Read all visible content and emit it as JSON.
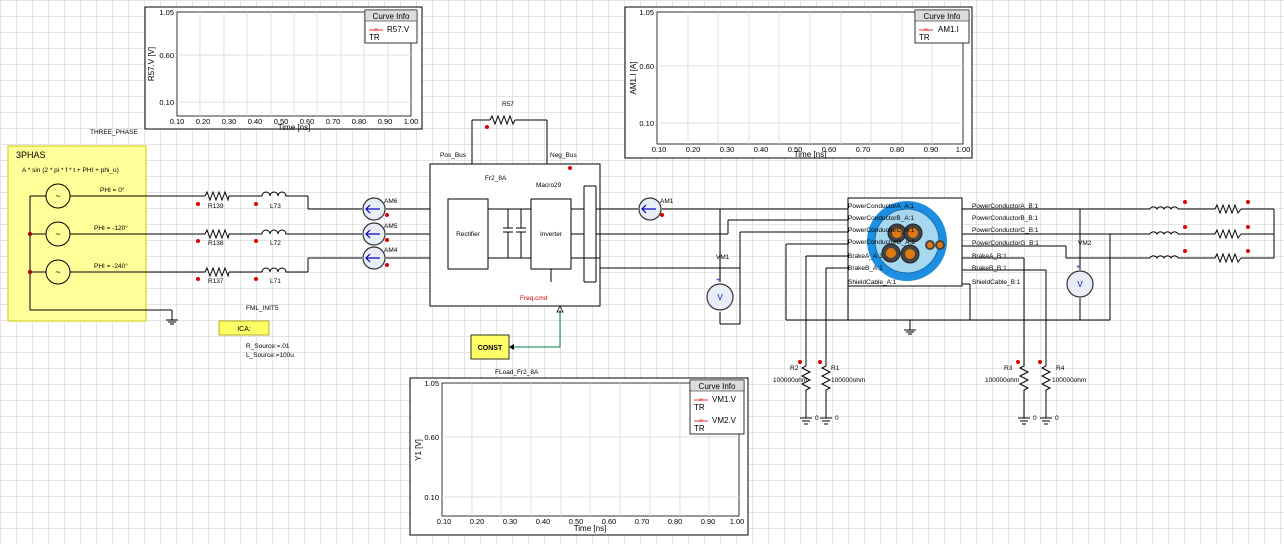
{
  "plots": {
    "r57": {
      "ylabel": "R57.V [V]",
      "xlabel": "Time [ns]",
      "yticks": [
        "1.05",
        "0.60",
        "0.10"
      ],
      "xticks": [
        "0.10",
        "0.20",
        "0.30",
        "0.40",
        "0.50",
        "0.60",
        "0.70",
        "0.80",
        "0.90",
        "1.00"
      ],
      "legend_title": "Curve Info",
      "legend_items": [
        {
          "name": "R57.V",
          "sub": "TR"
        }
      ]
    },
    "am1": {
      "ylabel": "AM1.I [A]",
      "xlabel": "Time [ns]",
      "yticks": [
        "1.05",
        "0.60",
        "0.10"
      ],
      "xticks": [
        "0.10",
        "0.20",
        "0.30",
        "0.40",
        "0.50",
        "0.60",
        "0.70",
        "0.80",
        "0.90",
        "1.00"
      ],
      "legend_title": "Curve Info",
      "legend_items": [
        {
          "name": "AM1.I",
          "sub": "TR"
        }
      ]
    },
    "y1": {
      "ylabel": "Y1 [V]",
      "xlabel": "Time [ns]",
      "yticks": [
        "1.05",
        "0.60",
        "0.10"
      ],
      "xticks": [
        "0.10",
        "0.20",
        "0.30",
        "0.40",
        "0.50",
        "0.60",
        "0.70",
        "0.80",
        "0.90",
        "1.00"
      ],
      "legend_title": "Curve Info",
      "legend_items": [
        {
          "name": "VM1.V",
          "sub": "TR"
        },
        {
          "name": "VM2.V",
          "sub": "TR"
        }
      ]
    }
  },
  "source": {
    "title": "3PHAS",
    "formula": "A * sin (2 * pi * f * t + PHI + phi_u)",
    "phases": [
      "PHI = 0°",
      "PHI = -120°",
      "PHI = -240°"
    ],
    "label": "THREE_PHASE"
  },
  "components": {
    "resistors": [
      "R139",
      "R138",
      "R137"
    ],
    "inductors": [
      "L73",
      "L72",
      "L71"
    ],
    "ammeters": [
      "AM6",
      "AM5",
      "AM4",
      "AM1"
    ],
    "r57": "R57",
    "pos_bus": "Pos_Bus",
    "neg_bus": "Neg_Bus",
    "fr2": "Fr2_8A",
    "macro": "Macro29",
    "rectifier": "Rectifier",
    "inverter": "Inverter",
    "freq_cmd": "Freq.cmd",
    "const": "CONST",
    "fload": "FLoad_Fr2_8A",
    "fml_title": "FML_INIT5",
    "ica": "ICA:",
    "r_source": "R_Source:=.01",
    "l_source": "L_Source:=100u",
    "vm1": "VM1",
    "vm2": "VM2",
    "gnd_zero": "0"
  },
  "cable": {
    "left_ports": [
      "PowerConductorA_A:1",
      "PowerConductorB_A:1",
      "PowerConductorC_A:1",
      "PowerConductorG_A:1",
      "BrakeA_A:1",
      "BrakeB_A:1",
      "ShieldCable_A:1"
    ],
    "right_ports": [
      "PowerConductorA_B:1",
      "PowerConductorB_B:1",
      "PowerConductorC_B:1",
      "PowerConductorG_B:1",
      "BrakeA_B:1",
      "BrakeB_B:1",
      "ShieldCable_B:1"
    ]
  },
  "loads": [
    {
      "name": "R2",
      "value": "100000ohm"
    },
    {
      "name": "R1",
      "value": "100000ohm"
    },
    {
      "name": "R3",
      "value": "100000ohm"
    },
    {
      "name": "R4",
      "value": "100000ohm"
    }
  ],
  "colors": {
    "source_fill": "#ffff99",
    "source_border": "#cccc00",
    "const_fill": "#ffff66",
    "cable_outer": "#1e8fe0",
    "trace_red": "#e03030",
    "meter_blue": "#0000c0",
    "cmd_green": "#008040"
  }
}
